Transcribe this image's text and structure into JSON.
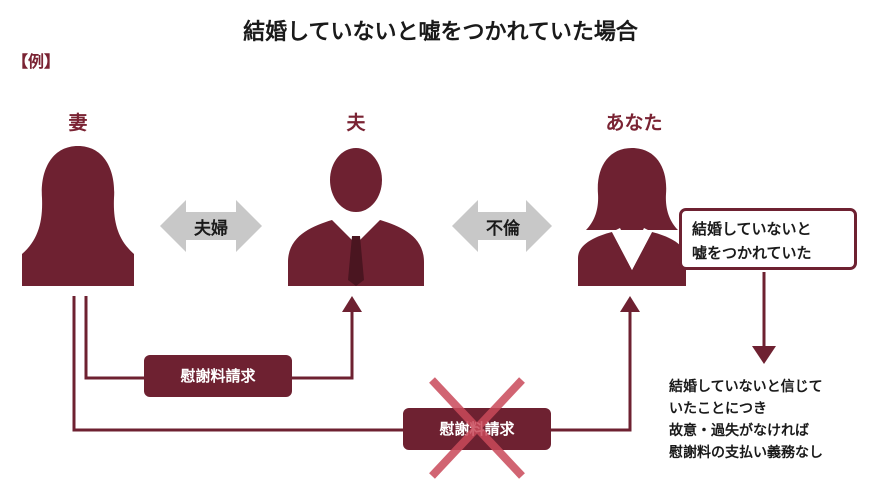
{
  "title": "結婚していないと嘘をつかれていた場合",
  "example_label": "【例】",
  "people": {
    "wife": "妻",
    "husband": "夫",
    "you": "あなた"
  },
  "relations": {
    "marriage": "夫婦",
    "affair": "不倫"
  },
  "claims": {
    "to_husband": "慰謝料請求",
    "to_you": "慰謝料請求"
  },
  "callout": {
    "line1": "結婚していないと",
    "line2": "嘘をつかれていた"
  },
  "note": {
    "line1": "結婚していないと信じて",
    "line2": "いたことにつき",
    "line3": "故意・過失がなければ",
    "line4": "慰謝料の支払い義務なし"
  },
  "colors": {
    "accent": "#6e2131",
    "arrow_gray": "#c8c8c8",
    "cross": "#c9495a"
  }
}
